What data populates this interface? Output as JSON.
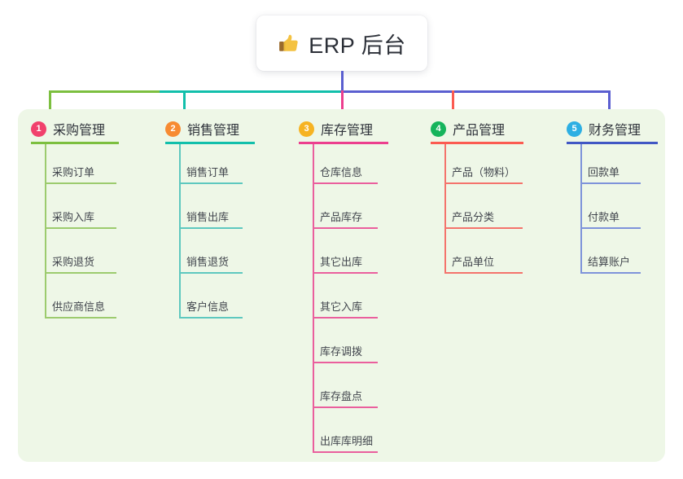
{
  "root": {
    "icon": "thumbs-up-emoji",
    "title": "ERP 后台"
  },
  "panel": {
    "background": "#eef7e7"
  },
  "connector": {
    "trunk_color": "#5b5fd0",
    "segments": [
      {
        "name": "seg-green",
        "color": "#7cbf3f"
      },
      {
        "name": "seg-teal",
        "color": "#12bfab"
      },
      {
        "name": "seg-blue",
        "color": "#5b5fd0"
      }
    ],
    "stubs": [
      {
        "name": "stub-1",
        "color": "#7cbf3f"
      },
      {
        "name": "stub-2",
        "color": "#12bfab"
      },
      {
        "name": "stub-3",
        "color": "#ec3f8e"
      },
      {
        "name": "stub-4",
        "color": "#fb5b51"
      },
      {
        "name": "stub-5",
        "color": "#5b5fd0"
      }
    ]
  },
  "columns": [
    {
      "number": "1",
      "title": "采购管理",
      "badge_color": "#f1416c",
      "rule_color": "#7cbf3f",
      "line_color": "#9ccb6e",
      "items": [
        "采购订单",
        "采购入库",
        "采购退货",
        "供应商信息"
      ]
    },
    {
      "number": "2",
      "title": "销售管理",
      "badge_color": "#f78b32",
      "rule_color": "#12bfab",
      "line_color": "#5ec8bf",
      "items": [
        "销售订单",
        "销售出库",
        "销售退货",
        "客户信息"
      ]
    },
    {
      "number": "3",
      "title": "库存管理",
      "badge_color": "#f6b322",
      "rule_color": "#ec3f8e",
      "line_color": "#ea5f9d",
      "items": [
        "仓库信息",
        "产品库存",
        "其它出库",
        "其它入库",
        "库存调拨",
        "库存盘点",
        "出库库明细"
      ]
    },
    {
      "number": "4",
      "title": "产品管理",
      "badge_color": "#16b45c",
      "rule_color": "#fb5b51",
      "line_color": "#f4736c",
      "items": [
        "产品（物料）",
        "产品分类",
        "产品单位"
      ]
    },
    {
      "number": "5",
      "title": "财务管理",
      "badge_color": "#2dafe3",
      "rule_color": "#4157c4",
      "line_color": "#7e93da",
      "items": [
        "回款单",
        "付款单",
        "结算账户"
      ]
    }
  ]
}
